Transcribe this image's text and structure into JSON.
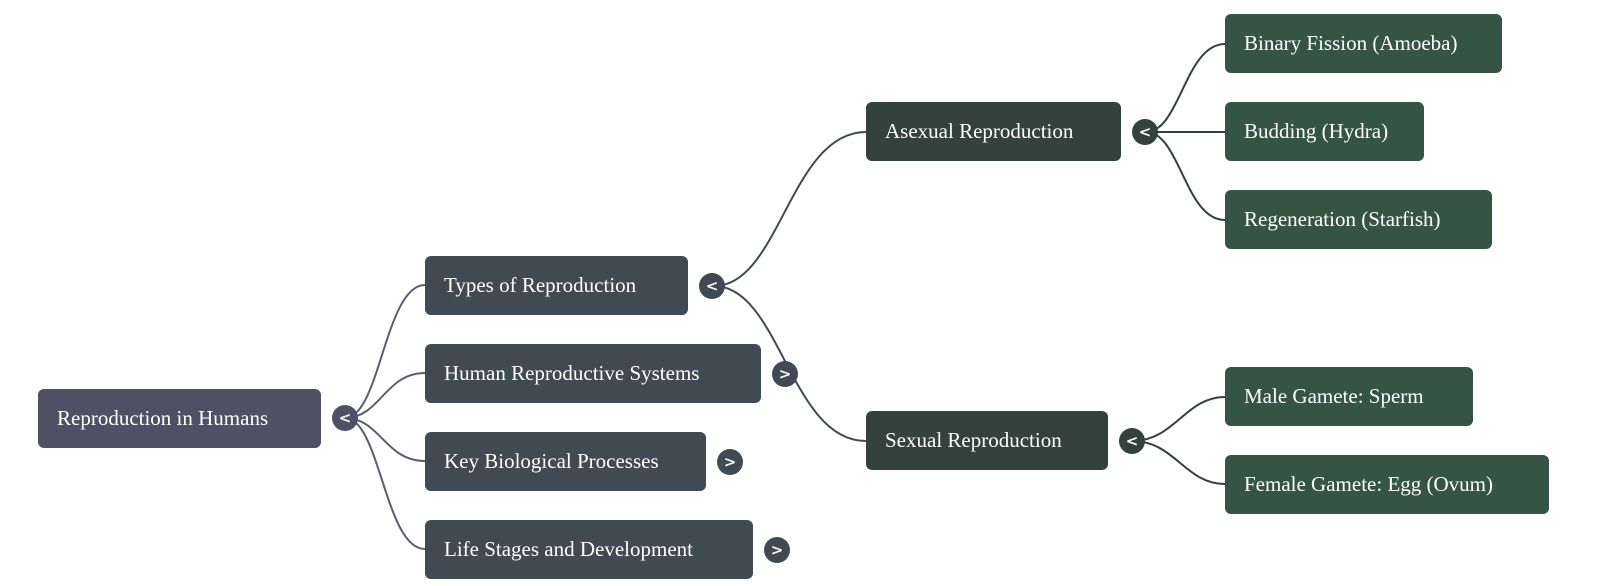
{
  "root": {
    "label": "Reproduction in Humans",
    "toggle": "<"
  },
  "branches": [
    {
      "label": "Types of Reproduction",
      "toggle": "<"
    },
    {
      "label": "Human Reproductive Systems",
      "toggle": ">"
    },
    {
      "label": "Key Biological Processes",
      "toggle": ">"
    },
    {
      "label": "Life Stages and Development",
      "toggle": ">"
    }
  ],
  "types": [
    {
      "label": "Asexual Reproduction",
      "toggle": "<"
    },
    {
      "label": "Sexual Reproduction",
      "toggle": "<"
    }
  ],
  "asexual_examples": [
    {
      "label": "Binary Fission (Amoeba)"
    },
    {
      "label": "Budding (Hydra)"
    },
    {
      "label": "Regeneration (Starfish)"
    }
  ],
  "gametes": [
    {
      "label": "Male Gamete: Sperm"
    },
    {
      "label": "Female Gamete: Egg (Ovum)"
    }
  ],
  "colors": {
    "root": "#4f5066",
    "level1": "#414953",
    "level2": "#33423d",
    "level3": "#355443",
    "edge_root": "#5b5c72",
    "edge_level1": "#414953",
    "edge_level2": "#33423d"
  }
}
